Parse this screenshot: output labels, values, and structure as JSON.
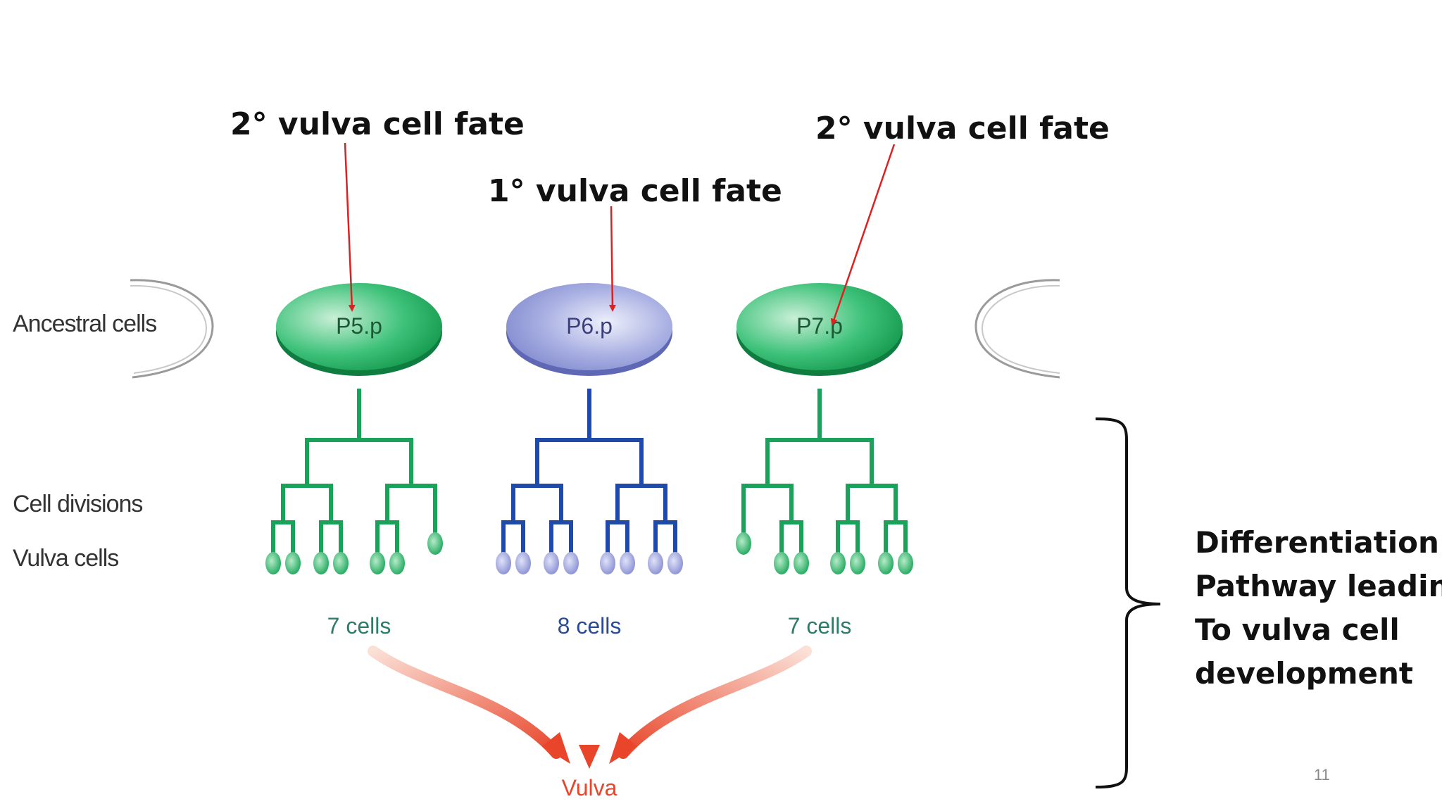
{
  "fate_labels": {
    "left": "2° vulva cell fate",
    "middle": "1° vulva cell fate",
    "right": "2° vulva cell fate"
  },
  "row_labels": {
    "ancestral": "Ancestral cells",
    "divisions": "Cell divisions",
    "vulva_cells": "Vulva cells"
  },
  "cells": {
    "p5": "P5.p",
    "p6": "P6.p",
    "p7": "P7.p"
  },
  "counts": {
    "p5": "7 cells",
    "p6": "8 cells",
    "p7": "7 cells"
  },
  "outcome": "Vulva",
  "pathway_lines": [
    "Differentiation",
    "Pathway leading",
    "To vulva cell",
    "development"
  ],
  "page_number": "11",
  "colors": {
    "green": "#1aa25a",
    "blue_tree": "#1f4aa8",
    "blue_cell": "#8f97d6",
    "arrow_red": "#e02020",
    "vulva_red": "#e8452a"
  }
}
